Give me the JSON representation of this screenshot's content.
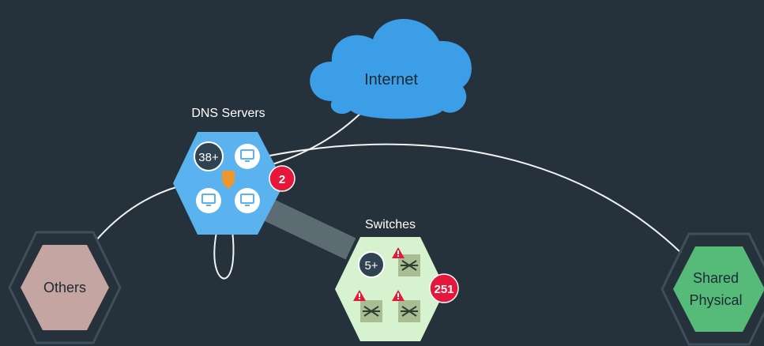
{
  "nodes": {
    "internet": {
      "label": "Internet"
    },
    "dns_servers": {
      "label": "DNS Servers",
      "count_badge": "38+",
      "alert_badge": "2"
    },
    "switches": {
      "label": "Switches",
      "count_badge": "5+",
      "alert_badge": "251"
    },
    "others": {
      "label": "Others"
    },
    "shared_physical": {
      "label_line1": "Shared",
      "label_line2": "Physical"
    }
  },
  "colors": {
    "background": "#25323c",
    "cloud": "#3d9ee8",
    "dns_hex": "#5ab3ee",
    "switches_hex": "#d6f2cf",
    "others_hex": "#c4a5a1",
    "shared_physical_hex": "#56bb79",
    "alert_red": "#e5173a",
    "count_circle": "#2f4352",
    "link_line": "#f2f2f2",
    "heavy_link": "#5d6b72",
    "shield": "#f0962e"
  }
}
